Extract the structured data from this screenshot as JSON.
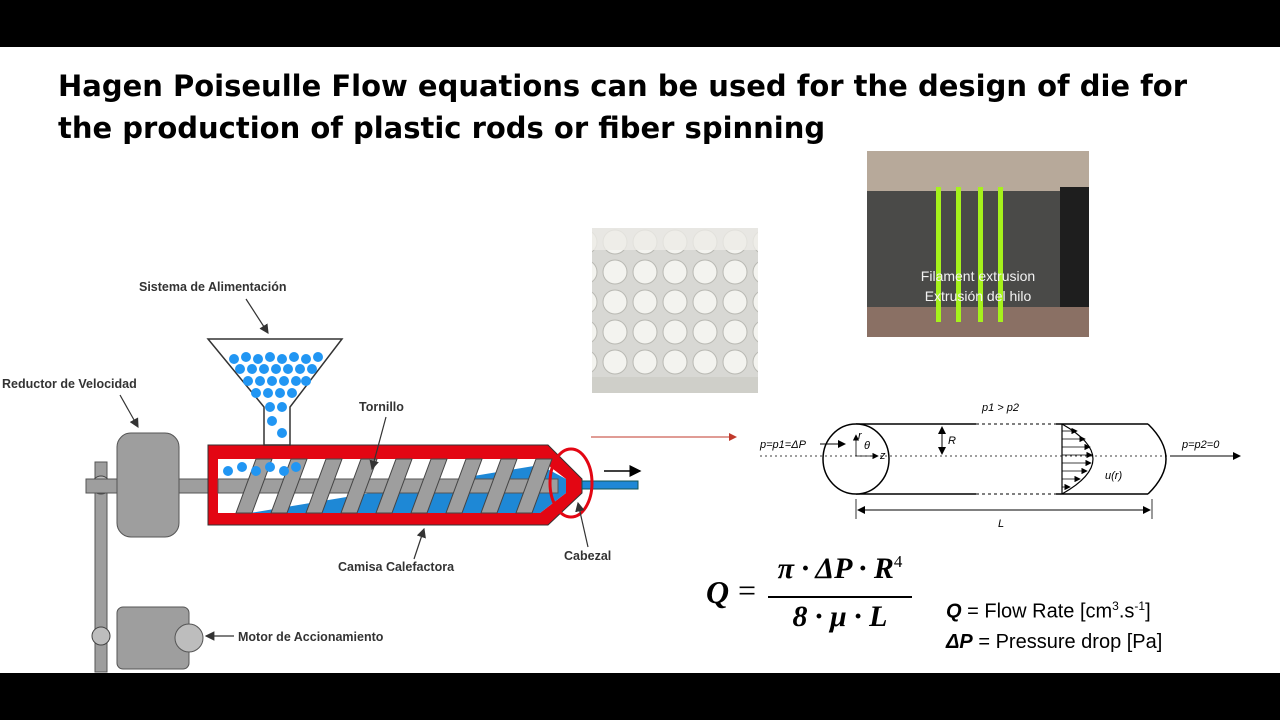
{
  "slide": {
    "title": "Hagen Poiseulle Flow equations can be used for the design of die for the production of plastic rods or fiber spinning"
  },
  "extruder": {
    "labels": {
      "feed_system": "Sistema de Alimentación",
      "speed_reducer": "Reductor de Velocidad",
      "screw": "Tornillo",
      "heating_jacket": "Camisa Calefactora",
      "head": "Cabezal",
      "drive_motor": "Motor de Accionamiento"
    },
    "colors": {
      "barrel": "#e30613",
      "melt": "#1e88d6",
      "pellets": "#2196f3",
      "gray": "#9e9e9e",
      "highlight": "#e30613"
    }
  },
  "photos": {
    "filament": {
      "caption_en": "Filament extrusion",
      "caption_es": "Extrusión del hilo"
    }
  },
  "pipe_diagram": {
    "inlet": "p=p1=ΔP",
    "outlet": "p=p2=0",
    "pressure_condition": "p1 > p2",
    "radius": "R",
    "length": "L",
    "velocity": "u(r)",
    "coord_r": "r",
    "coord_theta": "θ",
    "coord_z": "z"
  },
  "equation": {
    "lhs": "Q",
    "equals": "=",
    "numerator": "π · ΔP · R",
    "exponent": "4",
    "denominator": "8 · μ · L"
  },
  "legend": {
    "q": {
      "symbol": "Q",
      "text": " = Flow Rate [cm",
      "sup1": "3",
      "mid": ".s",
      "sup2": "-1",
      "end": "]"
    },
    "dp": {
      "symbol": "ΔP",
      "text": " = Pressure drop [Pa]"
    }
  }
}
